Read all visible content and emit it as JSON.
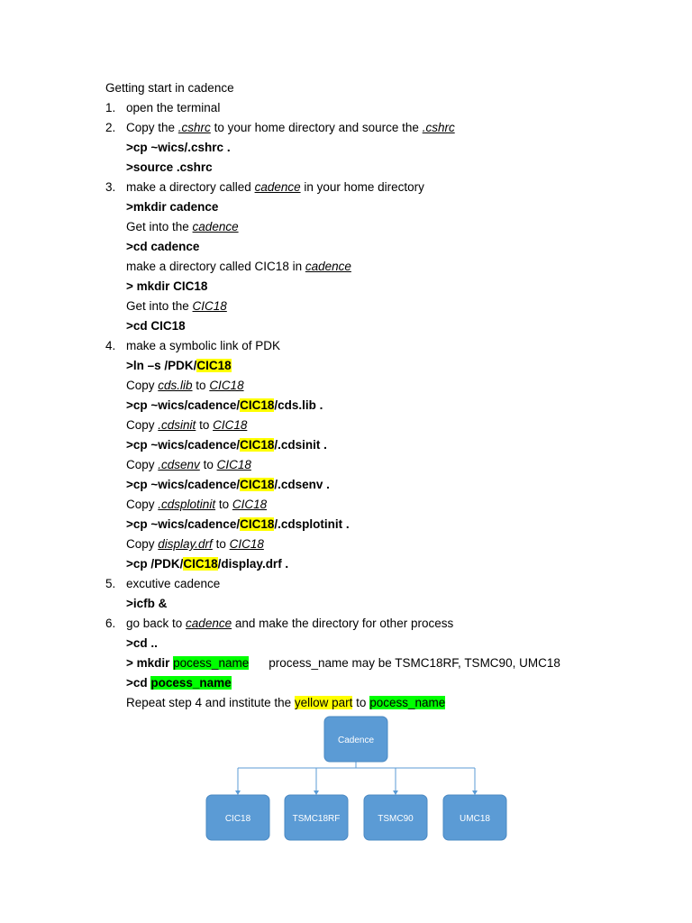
{
  "title": "Getting start in cadence",
  "steps": [
    {
      "num": "1.",
      "text": "open the terminal"
    },
    {
      "num": "2.",
      "pre": "Copy the ",
      "link1": ".cshrc",
      "mid": " to your home directory and source the ",
      "link2": ".cshrc"
    },
    {
      "num": "3.",
      "pre": "make a directory called ",
      "link": "cadence",
      "post": " in your home directory"
    },
    {
      "num": "4.",
      "text": "make a symbolic link of PDK"
    },
    {
      "num": "5.",
      "text": "excutive cadence"
    },
    {
      "num": "6.",
      "pre": "go back to ",
      "link": "cadence",
      "post": " and make the directory for other process"
    }
  ],
  "lines": {
    "l2a": ">cp ~wics/.cshrc .",
    "l2b": ">source .cshrc",
    "l3a": ">mkdir cadence",
    "l3b_pre": "Get into the ",
    "l3b_link": "cadence",
    "l3c": ">cd cadence",
    "l3d_pre": "make a directory called CIC18 in ",
    "l3d_link": "cadence",
    "l3e": "> mkdir CIC18",
    "l3f_pre": "Get into the ",
    "l3f_link": "CIC18",
    "l3g": ">cd CIC18",
    "l4a_pre": ">ln –s /PDK/",
    "l4a_hl": "CIC18",
    "copy1": {
      "pre": "Copy ",
      "file": "cds.lib",
      "mid": " to ",
      "dest": "CIC18"
    },
    "cmd1": {
      "pre": ">cp ~wics/cadence/",
      "hl": "CIC18",
      "post": "/cds.lib ."
    },
    "copy2": {
      "pre": "Copy ",
      "file": ".cdsinit",
      "mid": " to ",
      "dest": "CIC18"
    },
    "cmd2": {
      "pre": ">cp ~wics/cadence/",
      "hl": "CIC18",
      "post": "/.cdsinit ."
    },
    "copy3": {
      "pre": "Copy ",
      "file": ".cdsenv",
      "mid": " to ",
      "dest": "CIC18"
    },
    "cmd3": {
      "pre": ">cp ~wics/cadence/",
      "hl": "CIC18",
      "post": "/.cdsenv ."
    },
    "copy4": {
      "pre": "Copy ",
      "file": ".cdsplotinit",
      "mid": " to ",
      "dest": "CIC18"
    },
    "cmd4": {
      "pre": ">cp ~wics/cadence/",
      "hl": "CIC18",
      "post": "/.cdsplotinit ."
    },
    "copy5": {
      "pre": "Copy ",
      "file": "display.drf",
      "mid": " to ",
      "dest": "CIC18"
    },
    "cmd5": {
      "pre": ">cp /PDK/",
      "hl": "CIC18",
      "post": "/display.drf ."
    },
    "l5a": ">icfb &",
    "l6a": ">cd ..",
    "l6b_pre": "> mkdir ",
    "l6b_hl": "pocess_name",
    "l6b_note": "process_name may be TSMC18RF, TSMC90, UMC18",
    "l6c_pre": ">cd ",
    "l6c_hl": "pocess_name",
    "l6d_pre": "Repeat step 4 and institute the ",
    "l6d_hl1": "yellow part",
    "l6d_mid": " to ",
    "l6d_hl2": "pocess_name"
  },
  "diagram": {
    "root": "Cadence",
    "children": [
      "CIC18",
      "TSMC18RF",
      "TSMC90",
      "UMC18"
    ],
    "colors": {
      "box": "#5b9bd5",
      "box_border": "#4a88c2",
      "line": "#5b9bd5"
    }
  }
}
